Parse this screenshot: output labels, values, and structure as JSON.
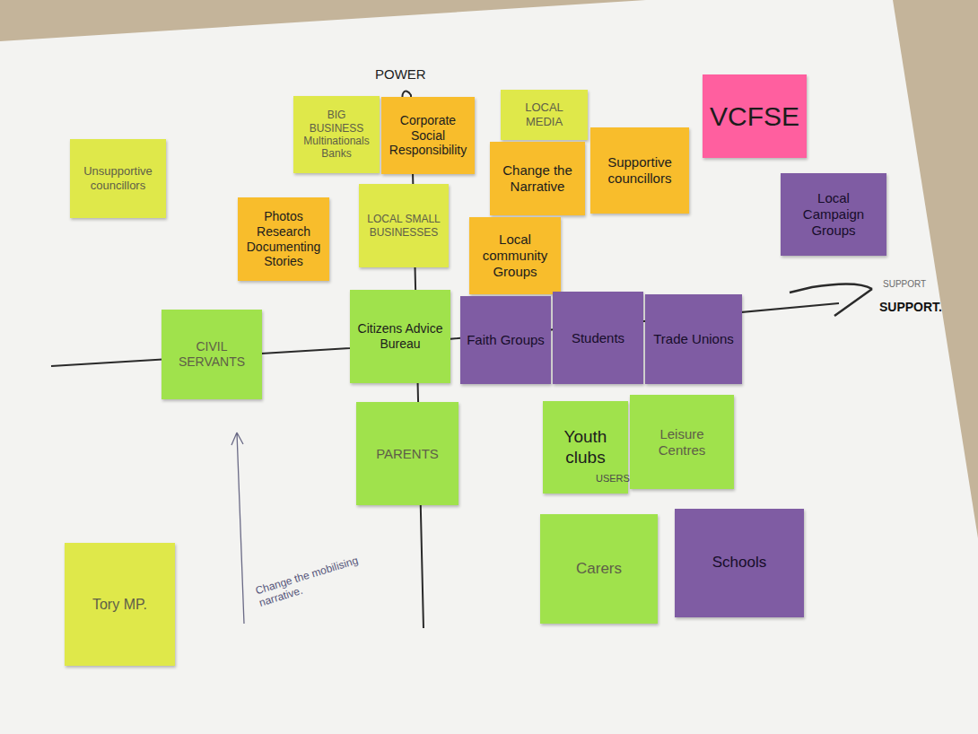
{
  "diagram": {
    "nodes": [
      {
        "text": [
          "Unsupportive councillors"
        ]
      },
      {
        "text": [
          "BIG BUSINESS Multinationals Banks"
        ]
      },
      {
        "text": [
          "Corporate Social Responsibility"
        ]
      },
      {
        "text": [
          "LOCAL MEDIA"
        ]
      },
      {
        "text": [
          "Change the Narrative"
        ]
      },
      {
        "text": [
          "Supportive councillors"
        ]
      },
      {
        "text": [
          "VCFSE"
        ]
      },
      {
        "text": [
          "Local Campaign Groups"
        ]
      },
      {
        "text": [
          "Photos Research Documenting Stories"
        ]
      },
      {
        "text": [
          "LOCAL SMALL BUSINESSES"
        ]
      },
      {
        "text": [
          "Local community Groups"
        ]
      },
      {
        "text": [
          "CIVIL SERVANTS"
        ]
      },
      {
        "text": [
          "Citizens Advice Bureau"
        ]
      },
      {
        "text": [
          "Faith Groups"
        ]
      },
      {
        "text": [
          "Students"
        ]
      },
      {
        "text": [
          "Trade Unions"
        ]
      },
      {
        "text": [
          "PARENTS"
        ]
      },
      {
        "text": [
          "Youth clubs"
        ]
      },
      {
        "text": [
          "Leisure Centres"
        ]
      },
      {
        "text": [
          "Tory MP."
        ]
      },
      {
        "text": [
          "Carers"
        ]
      },
      {
        "text": [
          "Schools"
        ]
      }
    ],
    "labels": [
      "POWER",
      "SUPPORT",
      "SUPPORT.",
      "USERS",
      "Change the mobilising narrative."
    ]
  }
}
